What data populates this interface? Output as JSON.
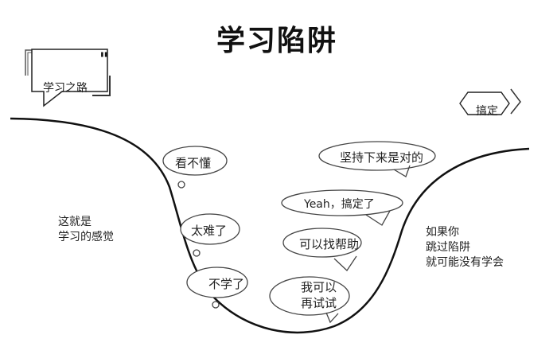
{
  "title": "学习陷阱",
  "start_label": "学习之路",
  "end_label": "搞定",
  "left_note": [
    "这就是",
    "学习的感觉"
  ],
  "right_note": [
    "如果你",
    "跳过陷阱",
    "就可能没有学会"
  ],
  "descending_thoughts": [
    "看不懂",
    "太难了",
    "不学了"
  ],
  "ascending_thoughts": {
    "retry": [
      "我可以",
      "再试试"
    ],
    "help": "可以找帮助",
    "done": "Yeah，搞定了",
    "persist": "坚持下来是对的"
  }
}
